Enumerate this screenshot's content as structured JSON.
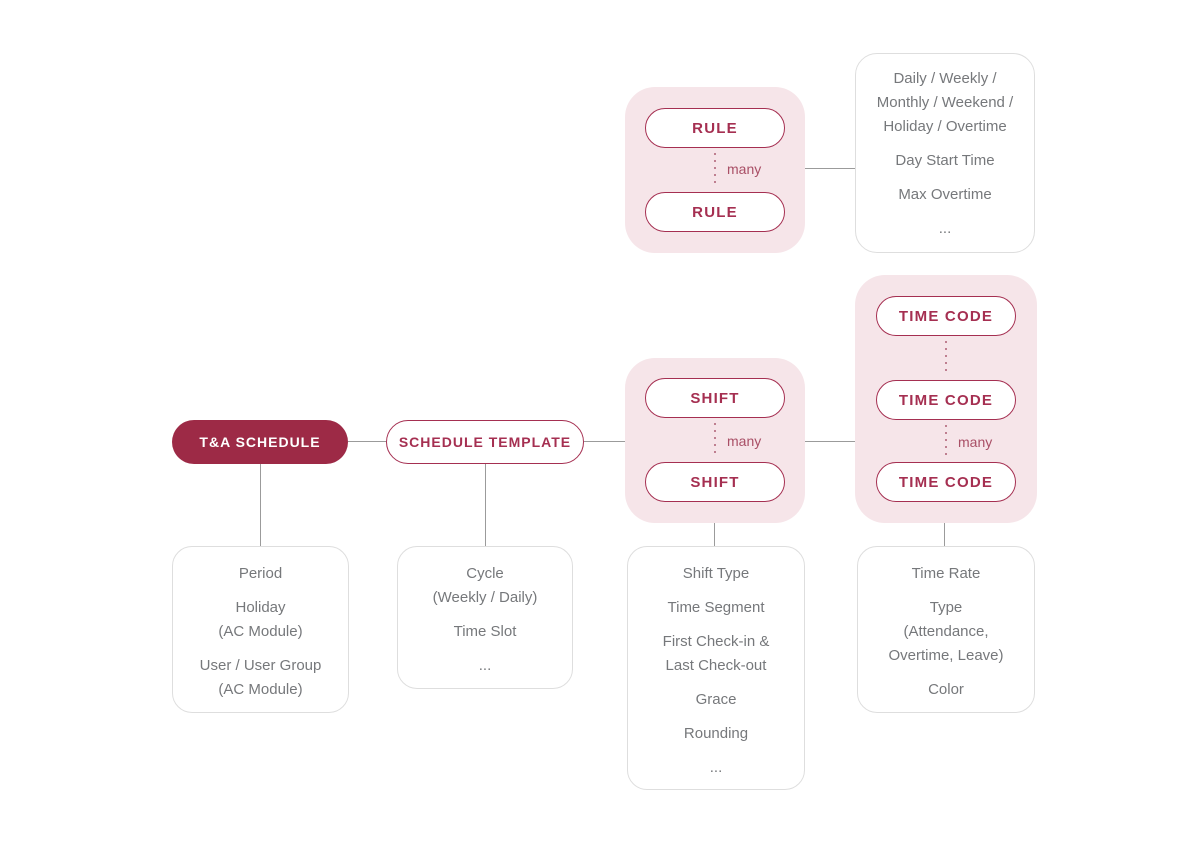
{
  "colors": {
    "accent": "#a52f51",
    "dark_pill_bg": "#9d2a46",
    "group_bg": "#f6e5e9",
    "gray_text": "#76787b",
    "connector_line": "#9b9b9b",
    "box_border": "#dedede",
    "dots": "#bf7f90"
  },
  "nodes": {
    "ta_schedule": "T&A SCHEDULE",
    "schedule_template": "SCHEDULE TEMPLATE",
    "rule": "RULE",
    "shift": "SHIFT",
    "time_code": "TIME CODE",
    "cardinality": "many"
  },
  "attributes": {
    "rule": [
      [
        "Daily / Weekly /",
        "Monthly / Weekend /",
        "Holiday / Overtime"
      ],
      [
        "Day Start Time"
      ],
      [
        "Max Overtime"
      ],
      [
        "..."
      ]
    ],
    "ta_schedule": [
      [
        "Period"
      ],
      [
        "Holiday",
        "(AC Module)"
      ],
      [
        "User / User Group",
        "(AC Module)"
      ]
    ],
    "schedule_template": [
      [
        "Cycle",
        "(Weekly / Daily)"
      ],
      [
        "Time Slot"
      ],
      [
        "..."
      ]
    ],
    "shift": [
      [
        "Shift Type"
      ],
      [
        "Time Segment"
      ],
      [
        "First Check-in &",
        "Last Check-out"
      ],
      [
        "Grace"
      ],
      [
        "Rounding"
      ],
      [
        "..."
      ]
    ],
    "time_code": [
      [
        "Time Rate"
      ],
      [
        "Type",
        "(Attendance,",
        "Overtime, Leave)"
      ],
      [
        "Color"
      ]
    ]
  }
}
